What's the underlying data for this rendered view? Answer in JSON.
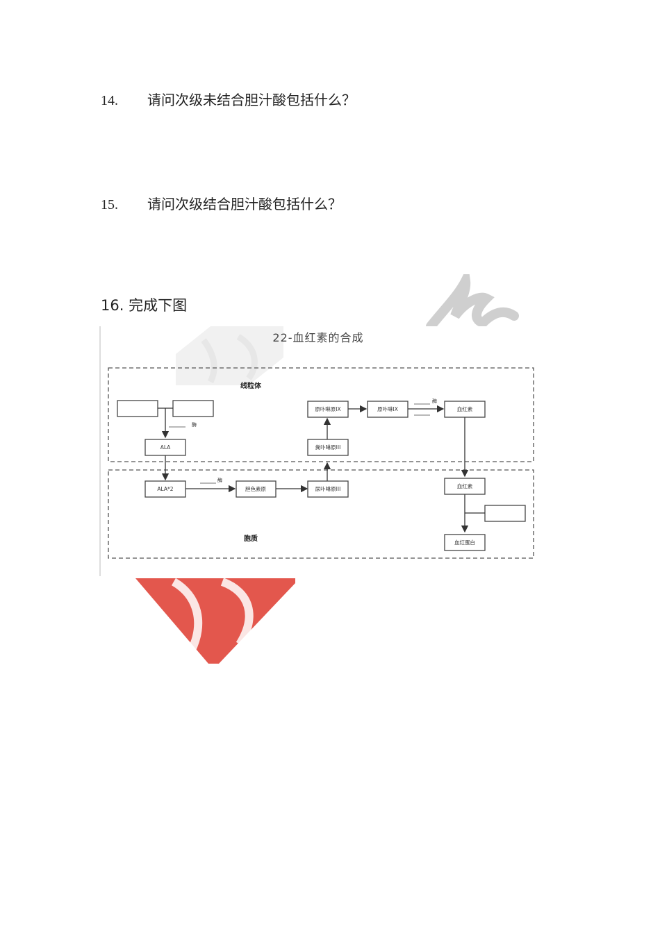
{
  "questions": [
    {
      "number": "14.",
      "text": "请问次级未结合胆汁酸包括什么？"
    },
    {
      "number": "15.",
      "text": "请问次级结合胆汁酸包括什么？"
    }
  ],
  "q16": {
    "text": "16. 完成下图"
  },
  "figure": {
    "title": "22-血红素的合成",
    "regions": {
      "mitochondria": "线粒体",
      "cytoplasm": "胞质"
    },
    "nodes": {
      "ala": "ALA",
      "ala2": "ALA*2",
      "pbg": "胆色素原",
      "uro3": "尿卟啉原III",
      "copro3": "粪卟啉原III",
      "proto9": "原卟啉原IX",
      "protoporphyrin9": "原卟啉IX",
      "heme_mito": "血红素",
      "heme_cyto": "血红素",
      "hemoglobin": "血红蛋白"
    },
    "enzyme_label": "酶",
    "blank_line": "______"
  },
  "colors": {
    "watermark_red": "#e0453a",
    "watermark_gray": "#cfcfcf"
  }
}
